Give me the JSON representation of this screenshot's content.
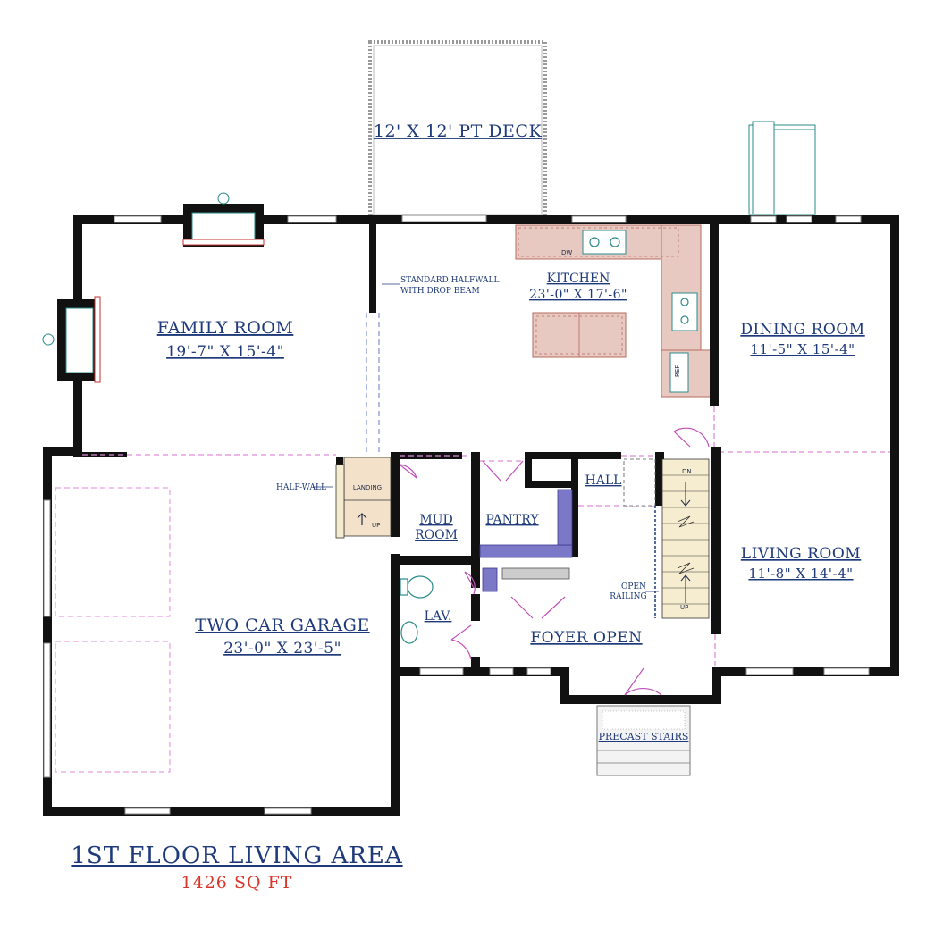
{
  "plan": {
    "title": "1ST  FLOOR LIVING AREA",
    "area": "1426 SQ FT"
  },
  "rooms": {
    "deck": {
      "name": "12' X 12' PT DECK"
    },
    "family": {
      "name": "FAMILY ROOM",
      "size": "19'-7\" X 15'-4\""
    },
    "kitchen": {
      "name": "KITCHEN",
      "size": "23'-0\" X 17'-6\""
    },
    "dining": {
      "name": "DINING ROOM",
      "size": "11'-5\" X 15'-4\""
    },
    "living": {
      "name": "LIVING ROOM",
      "size": "11'-8\" X 14'-4\""
    },
    "garage": {
      "name": "TWO CAR GARAGE",
      "size": "23'-0\" X 23'-5\""
    },
    "mud": {
      "name_line1": "MUD",
      "name_line2": "ROOM"
    },
    "pantry": {
      "name": "PANTRY"
    },
    "hall": {
      "name": "HALL"
    },
    "lav": {
      "name": "LAV."
    },
    "foyer": {
      "name": "FOYER OPEN"
    }
  },
  "notes": {
    "halfwall_line1": "STANDARD HALFWALL",
    "halfwall_line2": "WITH DROP BEAM",
    "half_wall": "HALF-WALL",
    "landing": "LANDING",
    "up_garage": "UP",
    "open_line1": "OPEN",
    "open_line2": "RAILING",
    "dn": "DN",
    "up_stairs": "UP",
    "precast": "PRECAST STAIRS",
    "dw": "DW",
    "ref": "REF"
  }
}
